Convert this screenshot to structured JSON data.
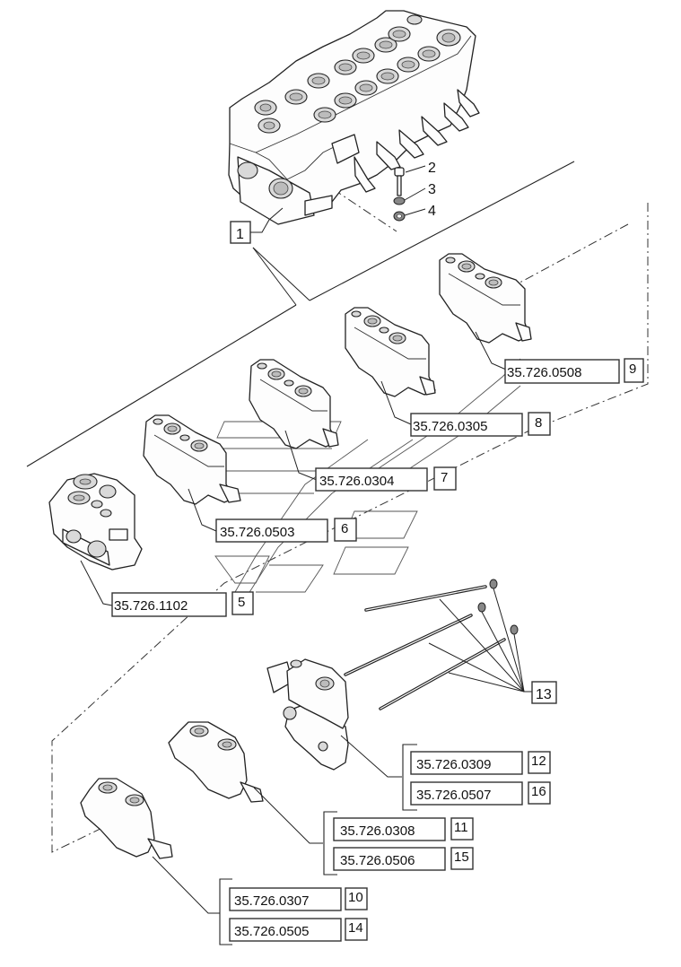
{
  "diagram": {
    "title": "Control valve assembly - exploded parts view",
    "callouts": [
      {
        "id": "callout-1",
        "ref": "1"
      },
      {
        "id": "callout-2",
        "ref": "2"
      },
      {
        "id": "callout-3",
        "ref": "3"
      },
      {
        "id": "callout-4",
        "ref": "4"
      },
      {
        "id": "callout-13",
        "ref": "13"
      }
    ],
    "part_labels": [
      {
        "part_no": "35.726.0508",
        "ref": "9"
      },
      {
        "part_no": "35.726.0305",
        "ref": "8"
      },
      {
        "part_no": "35.726.0304",
        "ref": "7"
      },
      {
        "part_no": "35.726.0503",
        "ref": "6"
      },
      {
        "part_no": "35.726.1102",
        "ref": "5"
      },
      {
        "part_no": "35.726.0309",
        "ref": "12"
      },
      {
        "part_no": "35.726.0507",
        "ref": "16"
      },
      {
        "part_no": "35.726.0308",
        "ref": "11"
      },
      {
        "part_no": "35.726.0506",
        "ref": "15"
      },
      {
        "part_no": "35.726.0307",
        "ref": "10"
      },
      {
        "part_no": "35.726.0505",
        "ref": "14"
      }
    ],
    "components": [
      "main-valve-block",
      "bolt",
      "washer",
      "nut",
      "valve-section-9",
      "valve-section-8",
      "valve-section-7",
      "valve-section-6",
      "inlet-section-5",
      "tie-rods-13",
      "end-section-12-16",
      "valve-section-11-15",
      "valve-section-10-14"
    ]
  }
}
